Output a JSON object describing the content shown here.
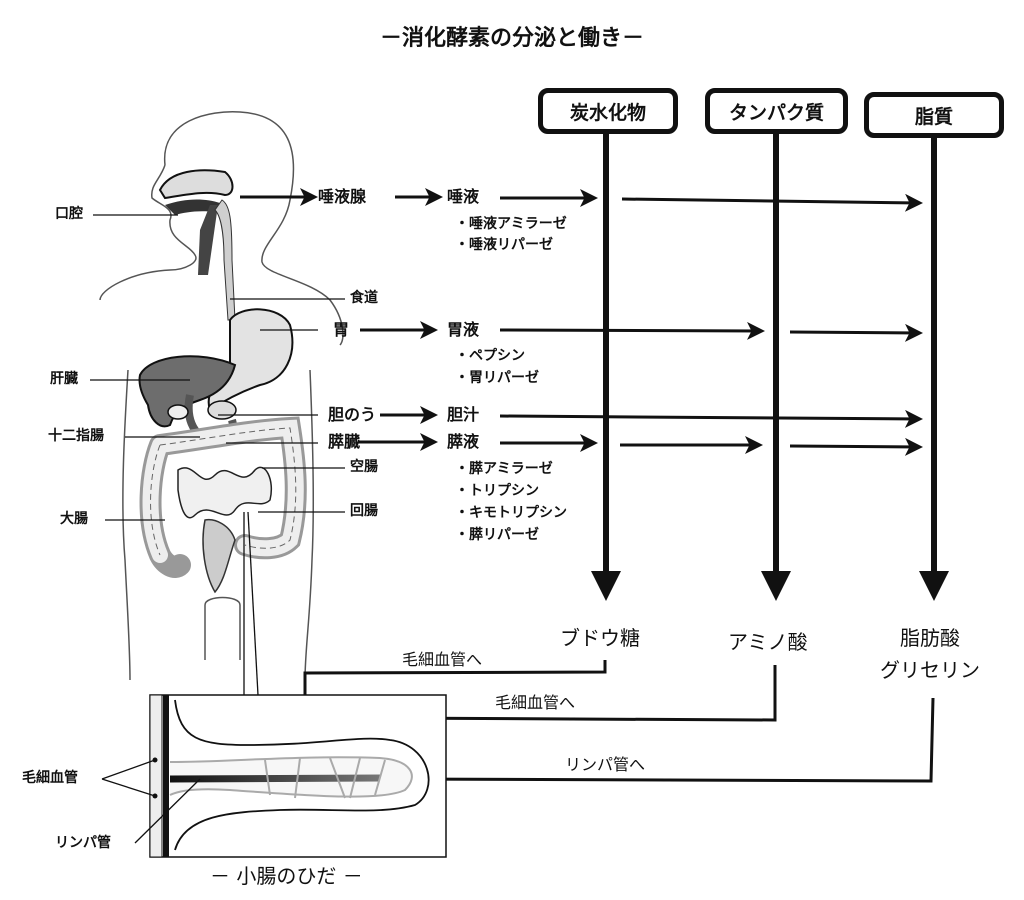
{
  "title": "－消化酵素の分泌と働き－",
  "nutrients": [
    {
      "label": "炭水化物",
      "product": [
        "ブドウ糖"
      ],
      "route": "毛細血管へ"
    },
    {
      "label": "タンパク質",
      "product": [
        "アミノ酸"
      ],
      "route": "毛細血管へ"
    },
    {
      "label": "脂質",
      "product": [
        "脂肪酸",
        "グリセリン"
      ],
      "route": "リンパ管へ"
    }
  ],
  "body_labels": {
    "mouth": "口腔",
    "esophagus": "食道",
    "liver": "肝臓",
    "duodenum": "十二指腸",
    "large_intestine": "大腸",
    "jejunum": "空腸",
    "ileum": "回腸"
  },
  "secretions": [
    {
      "organ": "唾液腺",
      "juice": "唾液",
      "enzymes": [
        "・唾液アミラーゼ",
        "・唾液リパーゼ"
      ],
      "acts_on": [
        "炭水化物",
        "脂質"
      ]
    },
    {
      "organ": "胃",
      "juice": "胃液",
      "enzymes": [
        "・ペプシン",
        "・胃リパーゼ"
      ],
      "acts_on": [
        "タンパク質",
        "脂質"
      ]
    },
    {
      "organ": "胆のう",
      "juice": "胆汁",
      "enzymes": [],
      "acts_on": [
        "脂質"
      ]
    },
    {
      "organ": "膵臓",
      "juice": "膵液",
      "enzymes": [
        "・膵アミラーゼ",
        "・トリプシン",
        "・キモトリプシン",
        "・膵リパーゼ"
      ],
      "acts_on": [
        "炭水化物",
        "タンパク質",
        "脂質"
      ]
    }
  ],
  "villus": {
    "caption": "－ 小腸のひだ －",
    "labels": {
      "capillary": "毛細血管",
      "lymph": "リンパ管"
    }
  }
}
